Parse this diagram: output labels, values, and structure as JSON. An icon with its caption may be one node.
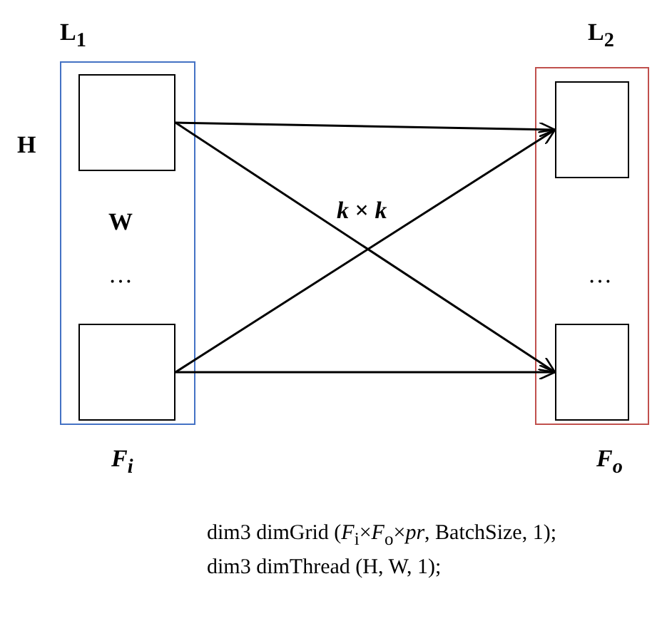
{
  "diagram": {
    "nodes": [
      {
        "text": [],
        "shape": "box"
      },
      {
        "text": [],
        "shape": "box",
        "in": 0
      },
      {
        "text": [],
        "shape": "box",
        "in": 0
      },
      {
        "text": [],
        "shape": "box"
      },
      {
        "text": [],
        "shape": "box",
        "in": 3
      },
      {
        "text": [],
        "shape": "box",
        "in": 3
      }
    ],
    "edges": [
      {
        "from": 1,
        "to": 4,
        "arrow": "to"
      },
      {
        "from": 1,
        "to": 5,
        "arrow": "to"
      },
      {
        "from": 2,
        "to": 4,
        "arrow": "to"
      },
      {
        "from": 2,
        "to": 5,
        "arrow": "to"
      }
    ],
    "labels": [
      "L$_{1}$",
      "L$_{2}$",
      "H",
      "*k* × *k*",
      "W",
      "…",
      "…",
      "F$_{i}$",
      "F$_{o}$",
      "dim3 dimGrid (*F*$_{i}$×*F*$_{o}$×*pr*, BatchSize, 1);",
      "dim3 dimThread (H, W, 1);"
    ]
  }
}
